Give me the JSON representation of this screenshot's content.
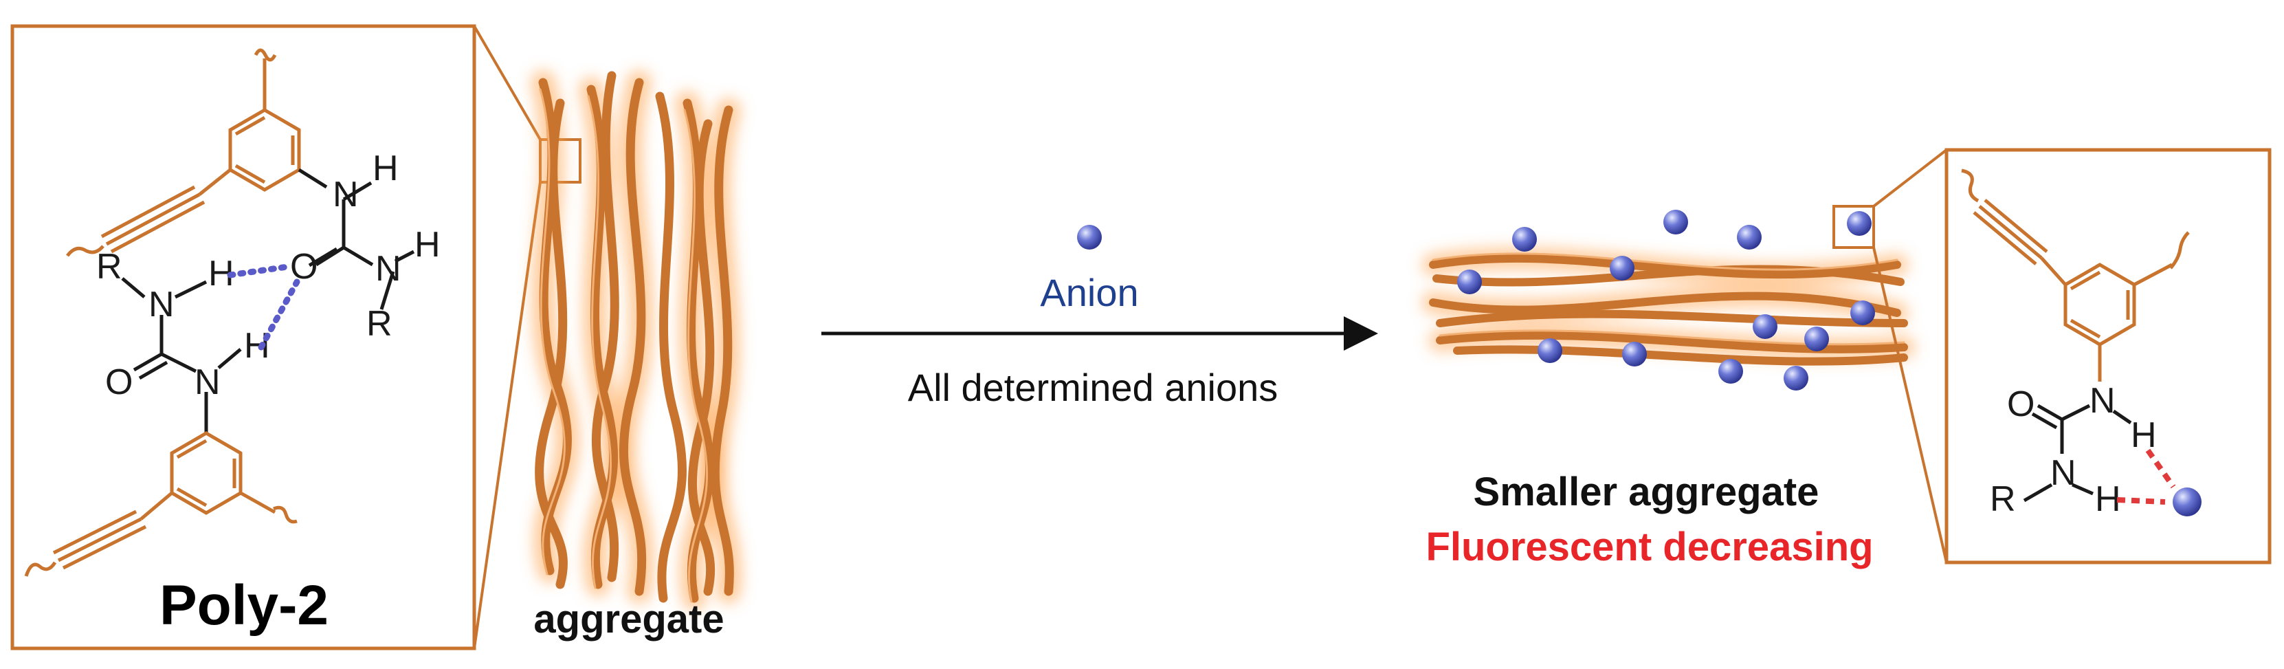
{
  "labels": {
    "polymer_name": "Poly-2",
    "aggregate": "aggregate",
    "anion": "Anion",
    "condition": "All determined anions",
    "result_line1": "Smaller aggregate",
    "result_line2": "Fluorescent  decreasing"
  },
  "atoms": {
    "N": "N",
    "H": "H",
    "O": "O",
    "R": "R"
  },
  "colors": {
    "orange": "#c8742e",
    "orange_glow": "#ff9a3a",
    "hbond_blue": "#5a5bc9",
    "hbond_red": "#e03a3a",
    "sphere": "#4d5bc0",
    "result_red": "#e8262a"
  }
}
